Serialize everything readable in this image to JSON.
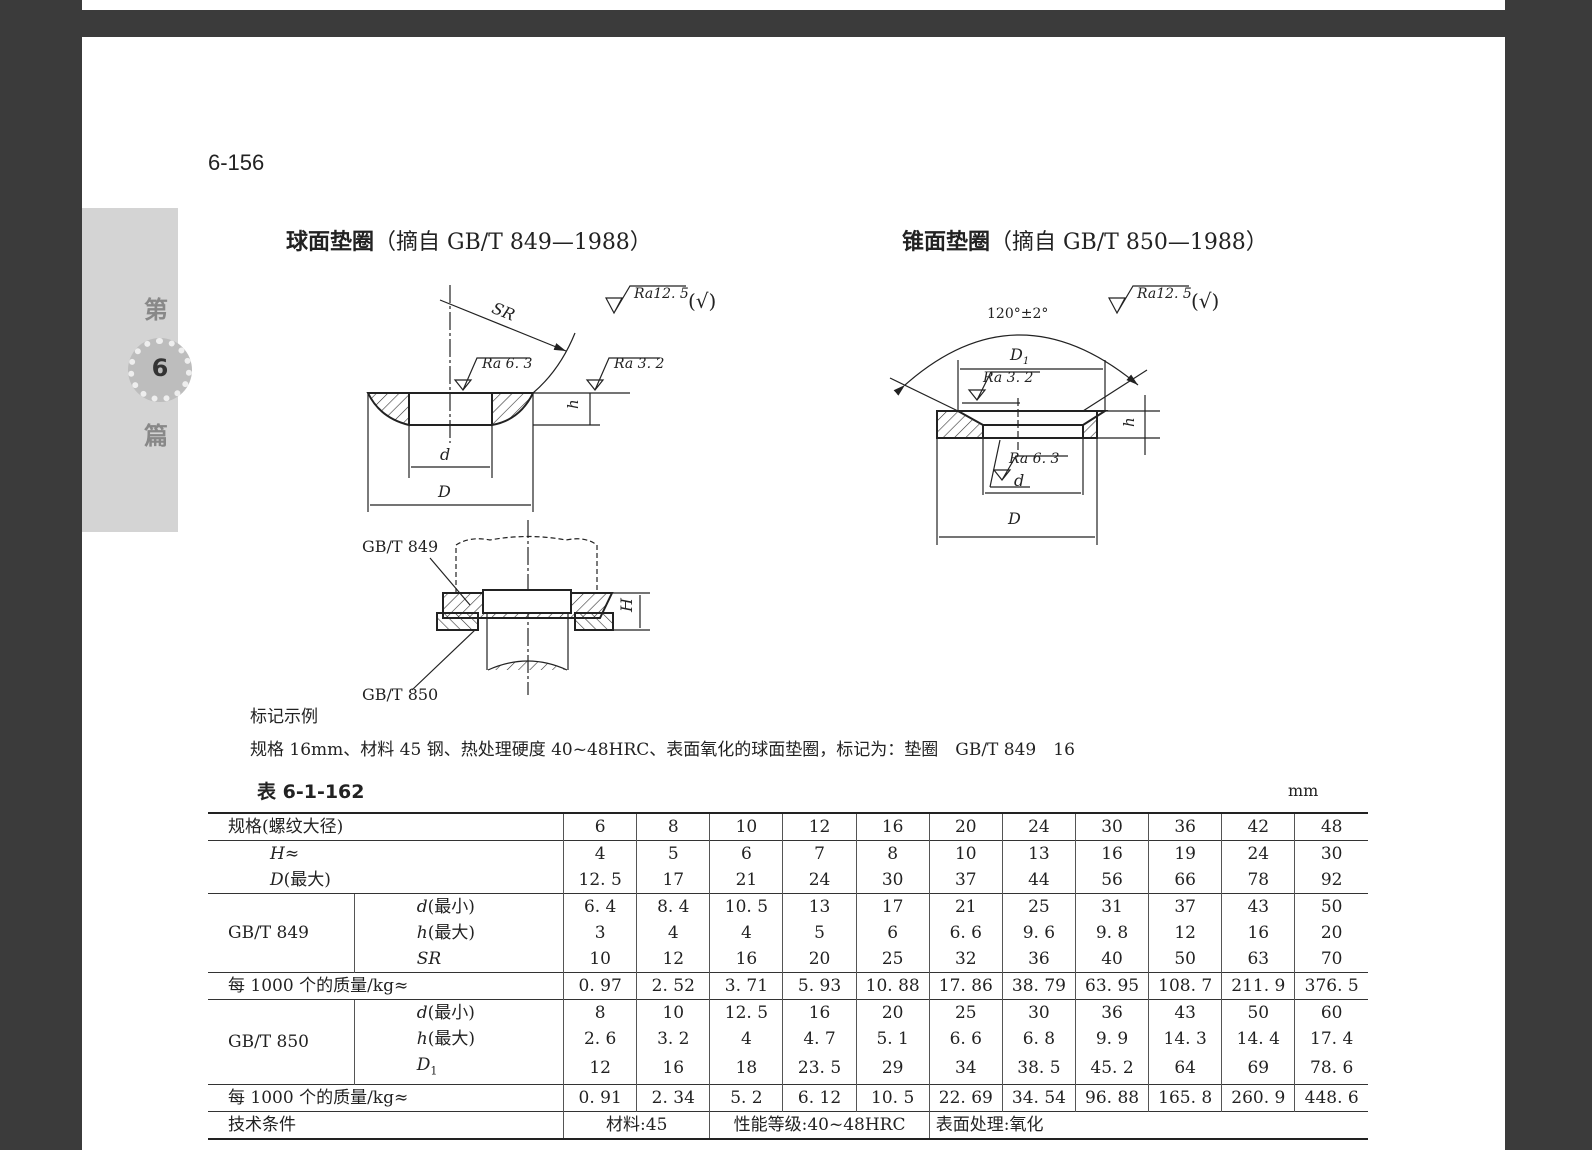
{
  "page_number": "6-156",
  "side_tab": {
    "top": "第",
    "number": "6",
    "bottom": "篇"
  },
  "left_section": {
    "title": "球面垫圈",
    "source": "（摘自 GB/T 849—1988）",
    "labels": {
      "ra_general": "Ra12. 5",
      "check": "(√)",
      "sr": "SR",
      "ra_top": "Ra 6. 3",
      "ra_side": "Ra 3. 2",
      "h": "h",
      "d": "d",
      "D": "D",
      "H": "H",
      "gb849": "GB/T 849",
      "gb850": "GB/T 850"
    }
  },
  "right_section": {
    "title": "锥面垫圈",
    "source": "（摘自 GB/T 850—1988）",
    "labels": {
      "ra_general": "Ra12. 5",
      "check": "(√)",
      "angle": "120°±2°",
      "D1": "D",
      "D1_sub": "1",
      "ra_cone": "Ra 3. 2",
      "ra_hole": "Ra 6. 3",
      "h": "h",
      "d": "d",
      "D": "D"
    }
  },
  "marking": {
    "heading": "标记示例",
    "example": "规格 16mm、材料 45 钢、热处理硬度 40~48HRC、表面氧化的球面垫圈，标记为：垫圈　GB/T 849　16"
  },
  "table": {
    "caption": "表 6-1-162",
    "unit": "mm",
    "size_label": "规格(螺纹大径)",
    "sizes": [
      "6",
      "8",
      "10",
      "12",
      "16",
      "20",
      "24",
      "30",
      "36",
      "42",
      "48"
    ],
    "H": {
      "var": "H",
      "suffix": "≈",
      "values": [
        "4",
        "5",
        "6",
        "7",
        "8",
        "10",
        "13",
        "16",
        "19",
        "24",
        "30"
      ]
    },
    "D": {
      "var": "D",
      "suffix": "(最大)",
      "values": [
        "12. 5",
        "17",
        "21",
        "24",
        "30",
        "37",
        "44",
        "56",
        "66",
        "78",
        "92"
      ]
    },
    "gb849": {
      "name": "GB/T 849",
      "rows": [
        {
          "var": "d",
          "suffix": "(最小)",
          "values": [
            "6. 4",
            "8. 4",
            "10. 5",
            "13",
            "17",
            "21",
            "25",
            "31",
            "37",
            "43",
            "50"
          ]
        },
        {
          "var": "h",
          "suffix": "(最大)",
          "values": [
            "3",
            "4",
            "4",
            "5",
            "6",
            "6. 6",
            "9. 6",
            "9. 8",
            "12",
            "16",
            "20"
          ]
        },
        {
          "var": "SR",
          "suffix": "",
          "values": [
            "10",
            "12",
            "16",
            "20",
            "25",
            "32",
            "36",
            "40",
            "50",
            "63",
            "70"
          ]
        }
      ],
      "mass_label": "每 1000 个的质量/kg≈",
      "mass": [
        "0. 97",
        "2. 52",
        "3. 71",
        "5. 93",
        "10. 88",
        "17. 86",
        "38. 79",
        "63. 95",
        "108. 7",
        "211. 9",
        "376. 5"
      ]
    },
    "gb850": {
      "name": "GB/T 850",
      "rows": [
        {
          "var": "d",
          "suffix": "(最小)",
          "values": [
            "8",
            "10",
            "12. 5",
            "16",
            "20",
            "25",
            "30",
            "36",
            "43",
            "50",
            "60"
          ]
        },
        {
          "var": "h",
          "suffix": "(最大)",
          "values": [
            "2. 6",
            "3. 2",
            "4",
            "4. 7",
            "5. 1",
            "6. 6",
            "6. 8",
            "9. 9",
            "14. 3",
            "14. 4",
            "17. 4"
          ]
        },
        {
          "var": "D",
          "suffix": "1",
          "values": [
            "12",
            "16",
            "18",
            "23. 5",
            "29",
            "34",
            "38. 5",
            "45. 2",
            "64",
            "69",
            "78. 6"
          ]
        }
      ],
      "mass_label": "每 1000 个的质量/kg≈",
      "mass": [
        "0. 91",
        "2. 34",
        "5. 2",
        "6. 12",
        "10. 5",
        "22. 69",
        "34. 54",
        "96. 88",
        "165. 8",
        "260. 9",
        "448. 6"
      ]
    },
    "tech": {
      "label": "技术条件",
      "material": "材料:45",
      "grade": "性能等级:40~48HRC",
      "surface": "表面处理:氧化"
    }
  }
}
